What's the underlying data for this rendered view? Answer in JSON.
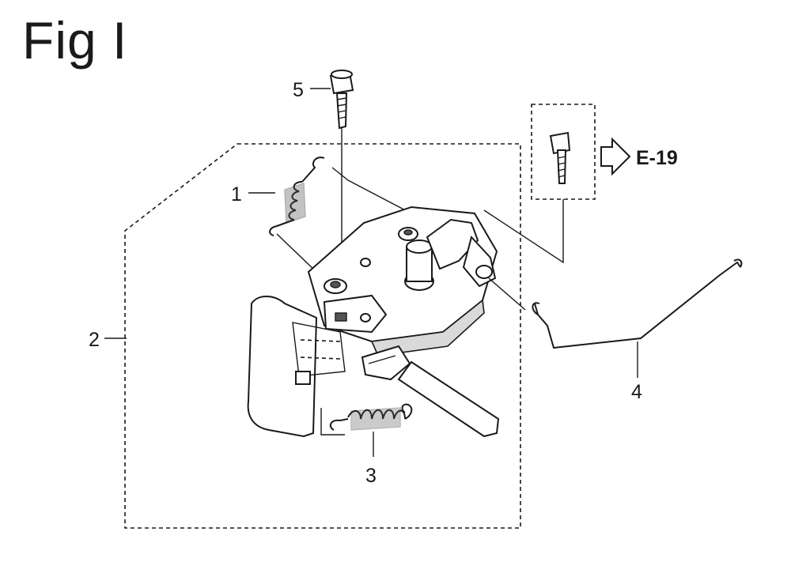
{
  "figure": {
    "title": "Fig I"
  },
  "callouts": [
    {
      "id": "1",
      "label": "1"
    },
    {
      "id": "2",
      "label": "2"
    },
    {
      "id": "3",
      "label": "3"
    },
    {
      "id": "4",
      "label": "4"
    },
    {
      "id": "5",
      "label": "5"
    }
  ],
  "reference": {
    "label": "E-19"
  },
  "colors": {
    "ink": "#1a1a1a",
    "background": "#ffffff"
  }
}
